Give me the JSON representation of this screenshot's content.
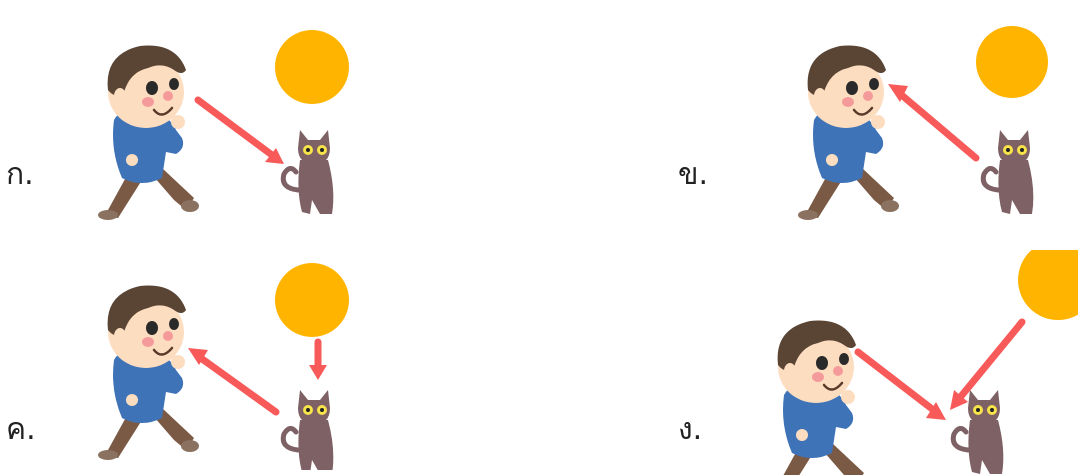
{
  "options": [
    {
      "label": "ก.",
      "arrows": [
        "boy-to-cat"
      ]
    },
    {
      "label": "ข.",
      "arrows": [
        "cat-to-boy"
      ]
    },
    {
      "label": "ค.",
      "arrows": [
        "sun-to-cat",
        "cat-to-boy"
      ]
    },
    {
      "label": "ง.",
      "arrows": [
        "sun-to-cat",
        "boy-to-cat"
      ]
    }
  ],
  "colors": {
    "sun": "#FFB400",
    "arrow": "#F85A5A",
    "shirt": "#3F73B8",
    "pants": "#7A5A45",
    "hair": "#5A4535",
    "skin": "#FDDDC0",
    "cheek": "#F59A9A",
    "cat": "#7E6165",
    "cat_eye": "#F7E44A"
  },
  "icons": [
    "boy-figure",
    "cat-figure",
    "sun-circle",
    "arrow"
  ]
}
